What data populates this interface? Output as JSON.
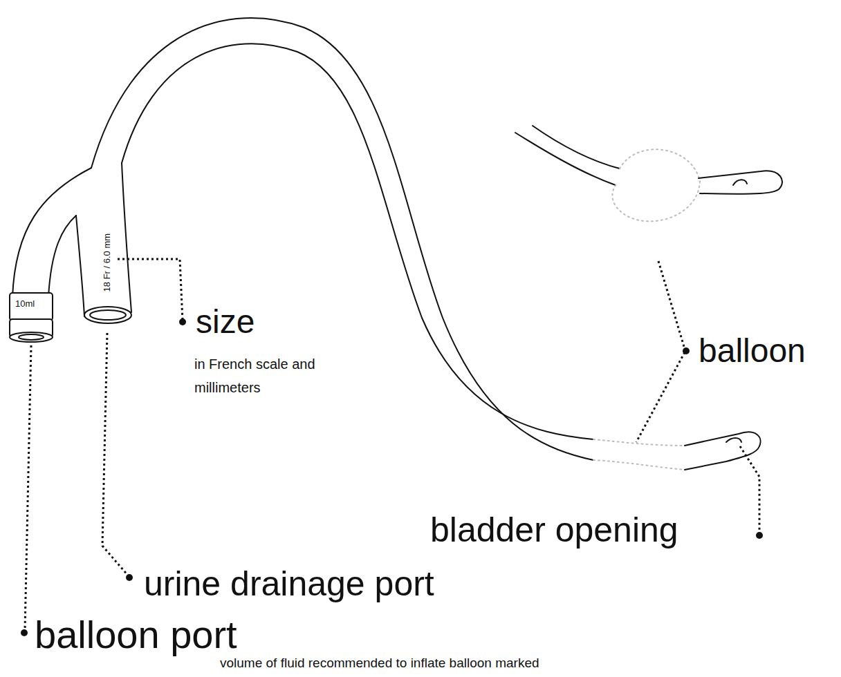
{
  "diagram": {
    "labels": [
      "10ml",
      "18 Fr / 6.0 mm",
      "size",
      "in French scale and millimeters",
      "balloon",
      "bladder opening",
      "urine drainage port",
      "balloon port",
      "volume of fluid recommended to inflate balloon marked"
    ]
  }
}
